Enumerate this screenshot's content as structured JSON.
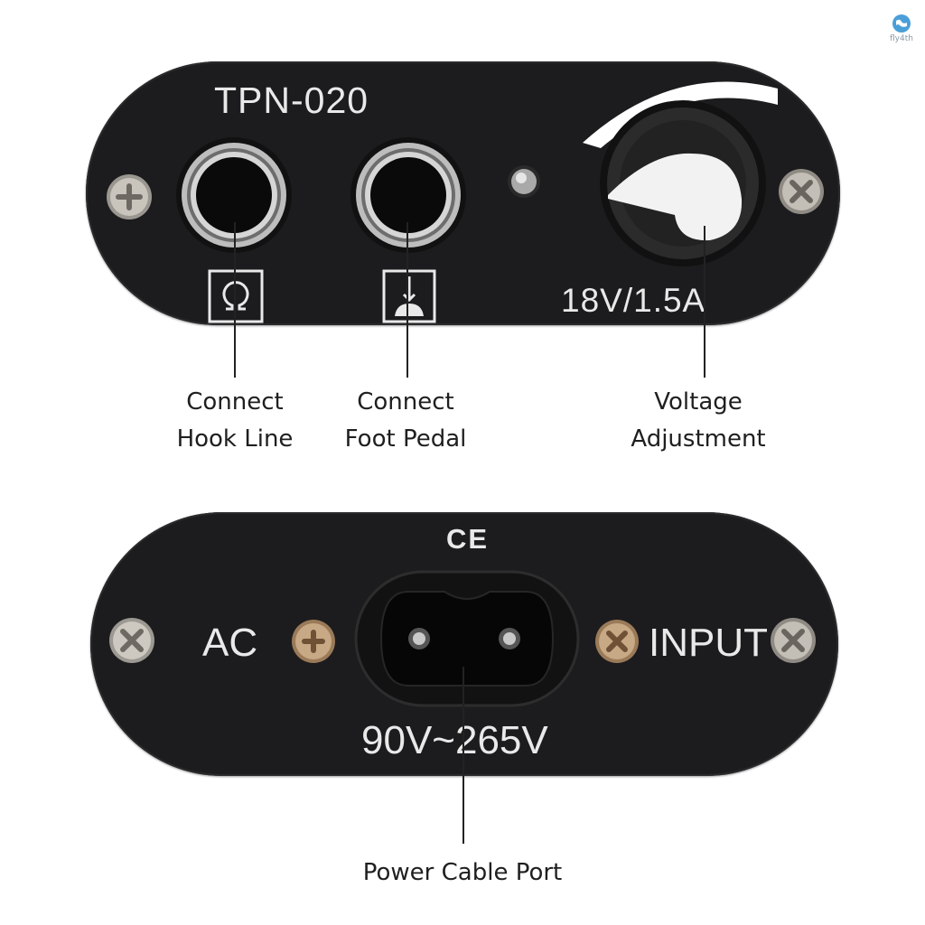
{
  "watermark": {
    "logo_icon": "globe-logo-icon",
    "text": "fly4th"
  },
  "top_panel": {
    "model": "TPN-020",
    "rating": "18V/1.5A",
    "icons": [
      "hook-line-symbol-icon",
      "foot-pedal-symbol-icon"
    ]
  },
  "bottom_panel": {
    "mark": "CE",
    "left_text": "AC",
    "right_text": "INPUT",
    "voltage_range": "90V~265V"
  },
  "callouts": {
    "hook_line": [
      "Connect",
      "Hook Line"
    ],
    "foot_pedal": [
      "Connect",
      "Foot Pedal"
    ],
    "voltage": [
      "Voltage",
      "Adjustment"
    ],
    "power_port": "Power Cable Port"
  },
  "colors": {
    "panel": "#1c1c1e",
    "silkscreen": "#e9e9e9",
    "knob": "#2b2b2b",
    "knob_pointer": "#f2f2f2",
    "label_text": "#1f1f1f"
  }
}
